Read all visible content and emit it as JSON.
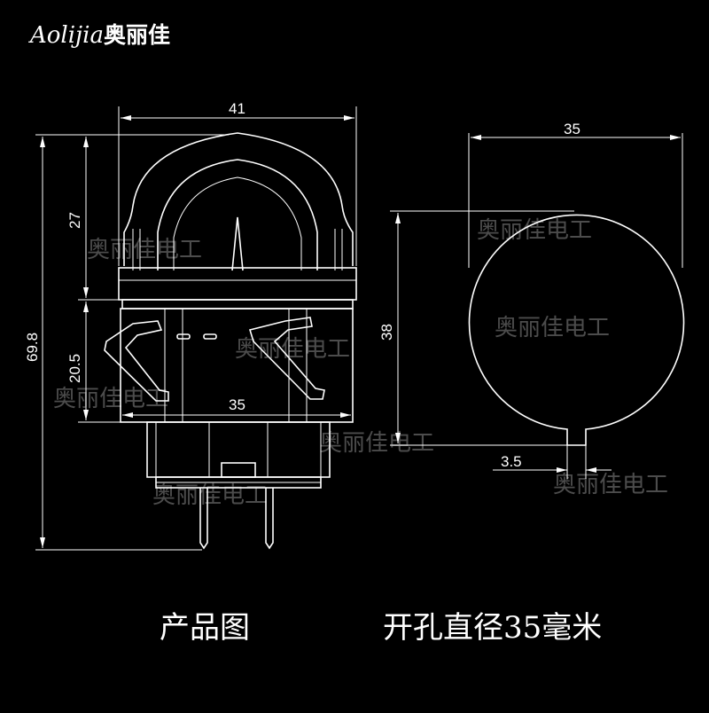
{
  "brand": {
    "latin": "Aolijia",
    "cjk": "奥丽佳"
  },
  "watermark": "奥丽佳电工",
  "dimensions": {
    "top_width": "41",
    "cap_height": "27",
    "total_height": "69.8",
    "body_height": "20.5",
    "body_width": "35",
    "hole_diameter": "35",
    "hole_height": "38",
    "key_width": "3.5"
  },
  "captions": {
    "product_view": "产品图",
    "cutout": "开孔直径35毫米"
  }
}
